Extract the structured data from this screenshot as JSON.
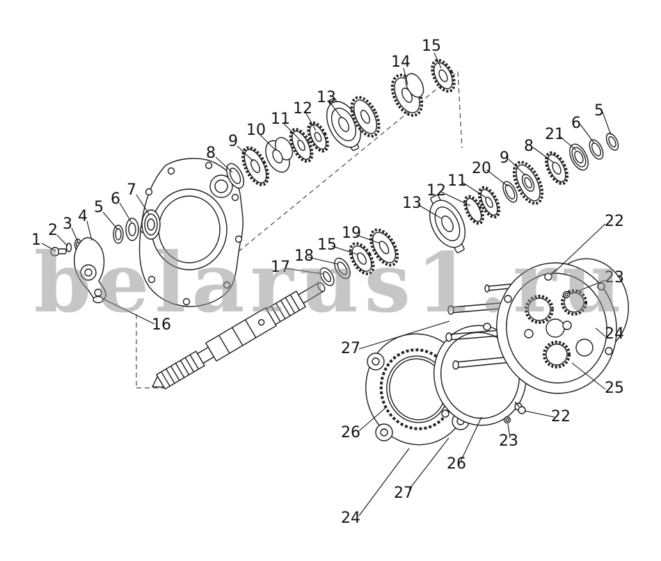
{
  "watermark": "belarus1.ru",
  "callouts": [
    "1",
    "2",
    "3",
    "4",
    "5",
    "6",
    "7",
    "8",
    "9",
    "10",
    "11",
    "12",
    "13",
    "14",
    "15",
    "16",
    "17",
    "18",
    "15",
    "19",
    "13",
    "12",
    "11",
    "20",
    "9",
    "8",
    "21",
    "6",
    "5",
    "22",
    "23",
    "24",
    "25",
    "22",
    "23",
    "26",
    "26",
    "27",
    "27",
    "24"
  ]
}
